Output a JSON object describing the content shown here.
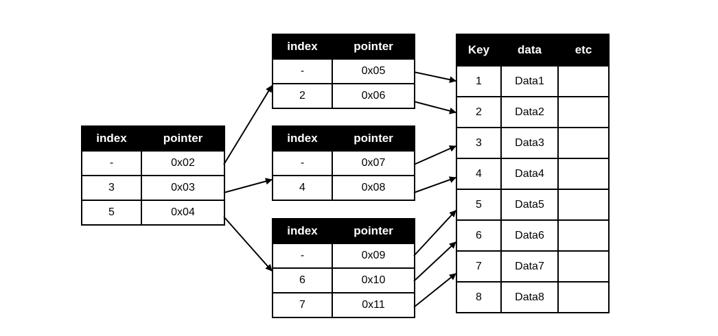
{
  "root": {
    "headers": [
      "index",
      "pointer"
    ],
    "rows": [
      [
        "-",
        "0x02"
      ],
      [
        "3",
        "0x03"
      ],
      [
        "5",
        "0x04"
      ]
    ]
  },
  "nodes": [
    {
      "headers": [
        "index",
        "pointer"
      ],
      "rows": [
        [
          "-",
          "0x05"
        ],
        [
          "2",
          "0x06"
        ]
      ]
    },
    {
      "headers": [
        "index",
        "pointer"
      ],
      "rows": [
        [
          "-",
          "0x07"
        ],
        [
          "4",
          "0x08"
        ]
      ]
    },
    {
      "headers": [
        "index",
        "pointer"
      ],
      "rows": [
        [
          "-",
          "0x09"
        ],
        [
          "6",
          "0x10"
        ],
        [
          "7",
          "0x11"
        ]
      ]
    }
  ],
  "data_table": {
    "headers": [
      "Key",
      "data",
      "etc"
    ],
    "rows": [
      [
        "1",
        "Data1",
        ""
      ],
      [
        "2",
        "Data2",
        ""
      ],
      [
        "3",
        "Data3",
        ""
      ],
      [
        "4",
        "Data4",
        ""
      ],
      [
        "5",
        "Data5",
        ""
      ],
      [
        "6",
        "Data6",
        ""
      ],
      [
        "7",
        "Data7",
        ""
      ],
      [
        "8",
        "Data8",
        ""
      ]
    ]
  }
}
